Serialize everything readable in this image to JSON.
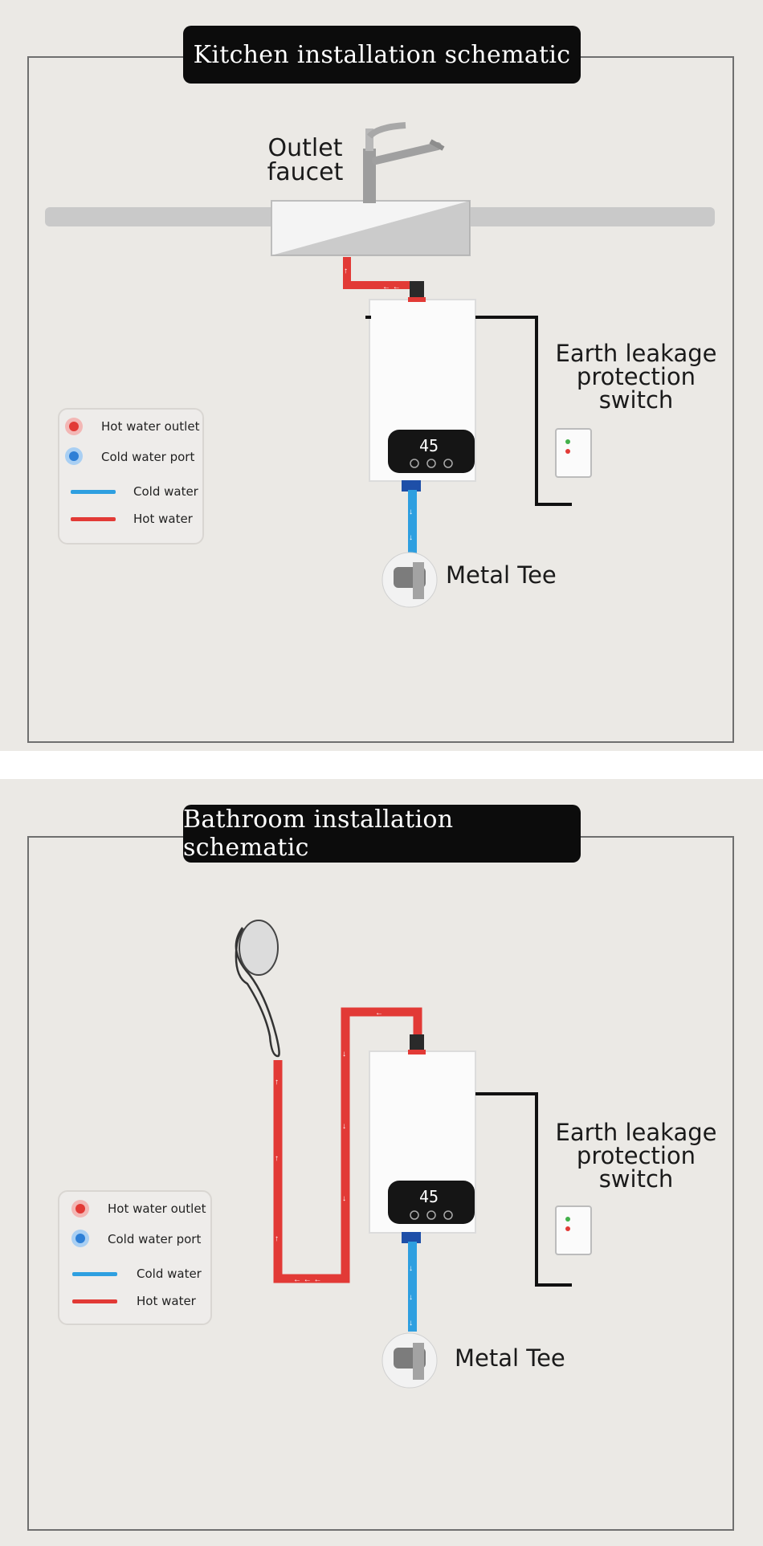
{
  "kitchen": {
    "title": "Kitchen installation schematic",
    "faucet_label": [
      "Outlet",
      "faucet"
    ],
    "switch_label": [
      "Earth leakage",
      "protection",
      "switch"
    ],
    "tee_label": "Metal Tee",
    "display": "45",
    "legend": {
      "hot_outlet": "Hot water outlet",
      "cold_port": "Cold water port",
      "cold_water": "Cold water",
      "hot_water": "Hot water"
    }
  },
  "bathroom": {
    "title": "Bathroom installation schematic",
    "switch_label": [
      "Earth leakage",
      "protection",
      "switch"
    ],
    "tee_label": "Metal Tee",
    "display": "45",
    "legend": {
      "hot_outlet": "Hot water outlet",
      "cold_port": "Cold water port",
      "cold_water": "Cold water",
      "hot_water": "Hot water"
    }
  },
  "colors": {
    "hot": "#e23a36",
    "cold": "#2e9fe0",
    "frame": "#6f6f6f",
    "background": "#ebe9e5"
  }
}
